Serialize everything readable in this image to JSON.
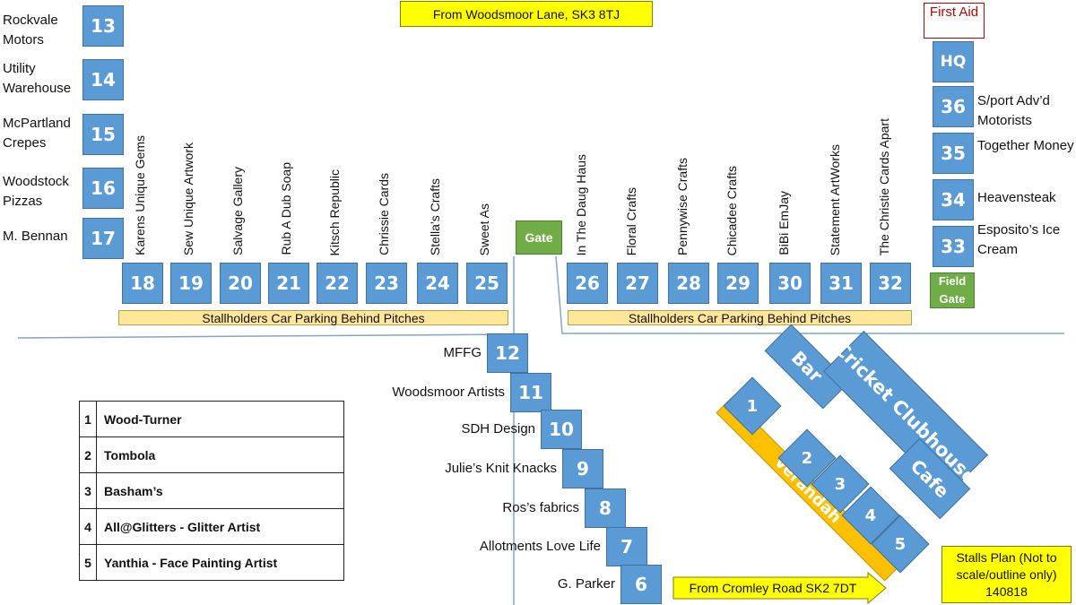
{
  "top_entrance": "From Woodsmoor Lane,  SK3 8TJ",
  "bottom_entrance": "From Cromley Road SK2 7DT",
  "plan_note": "Stalls Plan (Not to scale/outline only) 140818",
  "first_aid": "First Aid",
  "hq": "HQ",
  "gate": "Gate",
  "field_gate": "Field Gate",
  "parking": "Stallholders Car Parking Behind Pitches",
  "bar": "Bar",
  "clubhouse": "Cricket Clubhouse",
  "cafe": "Cafe",
  "verandah": "Verandah",
  "left_column": [
    {
      "num": "13",
      "name": "Rockvale Motors"
    },
    {
      "num": "14",
      "name": "Utility Warehouse"
    },
    {
      "num": "15",
      "name": "McPartland Crepes"
    },
    {
      "num": "16",
      "name": "Woodstock Pizzas"
    },
    {
      "num": "17",
      "name": "M. Bennan"
    }
  ],
  "top_left_row": [
    {
      "num": "18",
      "name": "Karens Unique Gems"
    },
    {
      "num": "19",
      "name": "Sew Unique Artwork"
    },
    {
      "num": "20",
      "name": "Salvage Gallery"
    },
    {
      "num": "21",
      "name": "Rub A Dub Soap"
    },
    {
      "num": "22",
      "name": "Kitsch Republic"
    },
    {
      "num": "23",
      "name": "Chrissie Cards"
    },
    {
      "num": "24",
      "name": "Stella’s Crafts"
    },
    {
      "num": "25",
      "name": "Sweet As"
    }
  ],
  "top_right_row": [
    {
      "num": "26",
      "name": "In The Daug Haus"
    },
    {
      "num": "27",
      "name": "Floral Crafts"
    },
    {
      "num": "28",
      "name": "Pennywise Crafts"
    },
    {
      "num": "29",
      "name": "Chicadee Crafts"
    },
    {
      "num": "30",
      "name": "BiBi EmJay"
    },
    {
      "num": "31",
      "name": "Statement ArtWorks"
    },
    {
      "num": "32",
      "name": "The Christie Cards Apart"
    }
  ],
  "right_column": [
    {
      "num": "36",
      "name": "S/port Adv’d Motorists"
    },
    {
      "num": "35",
      "name": "Together Money"
    },
    {
      "num": "34",
      "name": "Heavensteak"
    },
    {
      "num": "33",
      "name": "Esposito’s Ice Cream"
    }
  ],
  "middle_column": [
    {
      "num": "12",
      "name": "MFFG"
    },
    {
      "num": "11",
      "name": "Woodsmoor Artists"
    },
    {
      "num": "10",
      "name": "SDH Design"
    },
    {
      "num": "9",
      "name": "Julie’s Knit Knacks"
    },
    {
      "num": "8",
      "name": "Ros’s fabrics"
    },
    {
      "num": "7",
      "name": "Allotments Love Life"
    },
    {
      "num": "6",
      "name": "G. Parker"
    }
  ],
  "verandah_stalls": [
    "1",
    "2",
    "3",
    "4",
    "5"
  ],
  "legend": [
    {
      "num": "1",
      "name": "Wood-Turner"
    },
    {
      "num": "2",
      "name": "Tombola"
    },
    {
      "num": "3",
      "name": "Basham’s"
    },
    {
      "num": "4",
      "name": "All@Glitters - Glitter Artist"
    },
    {
      "num": "5",
      "name": "Yanthia - Face Painting Artist"
    }
  ]
}
